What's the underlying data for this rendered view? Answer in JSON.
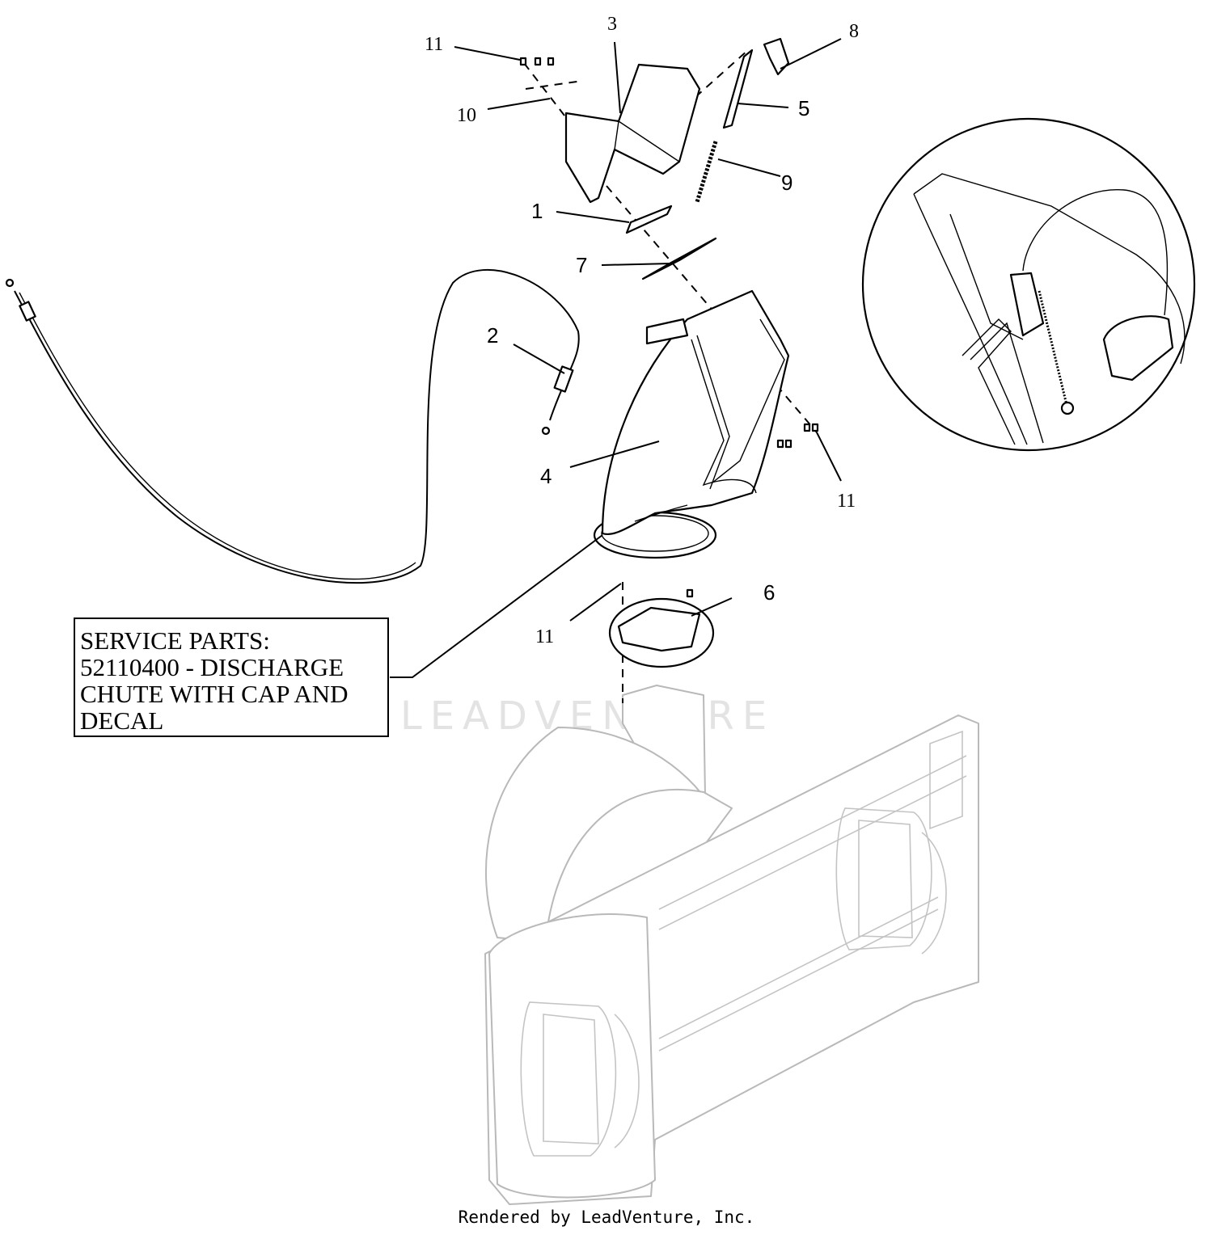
{
  "callouts": {
    "c11a": "11",
    "c3": "3",
    "c8": "8",
    "c10": "10",
    "c5": "5",
    "c9": "9",
    "c1": "1",
    "c7": "7",
    "c2": "2",
    "c4": "4",
    "c11b": "11",
    "c6": "6",
    "c11c": "11"
  },
  "service_box": {
    "lines": [
      "SERVICE PARTS:",
      "52110400 - DISCHARGE",
      "CHUTE WITH CAP AND",
      "DECAL"
    ]
  },
  "watermark": "LEADVENTURE",
  "footer": "Rendered by LeadVenture, Inc."
}
